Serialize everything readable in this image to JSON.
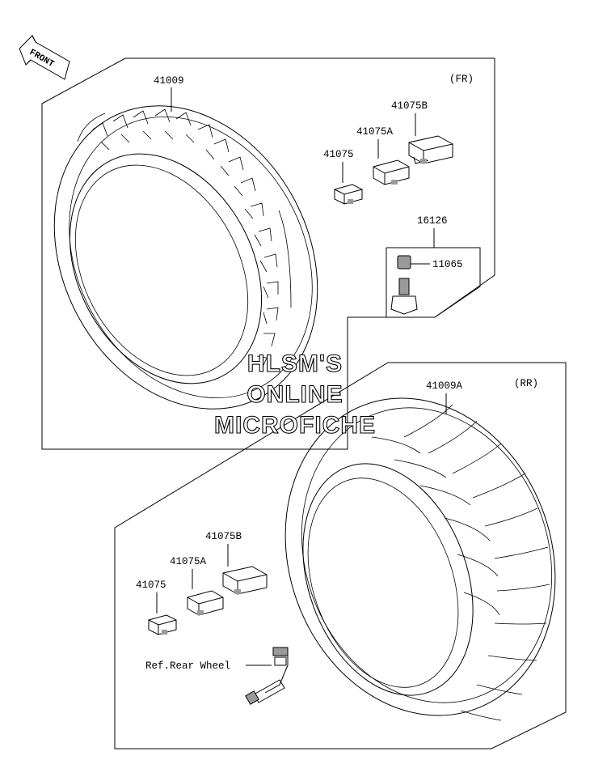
{
  "front_arrow": {
    "label": "FRONT"
  },
  "watermark": {
    "line1": "HLSM'S",
    "line2": "ONLINE",
    "line3": "MICROFICHE"
  },
  "front_group": {
    "tag": "(FR)",
    "tire_part": "41009",
    "weight_1": "41075",
    "weight_2": "41075A",
    "weight_3": "41075B",
    "valve_kit": "16126",
    "valve_cap": "11065"
  },
  "rear_group": {
    "tag": "(RR)",
    "tire_part": "41009A",
    "weight_1": "41075",
    "weight_2": "41075A",
    "weight_3": "41075B",
    "valve_ref": "Ref.Rear Wheel"
  }
}
